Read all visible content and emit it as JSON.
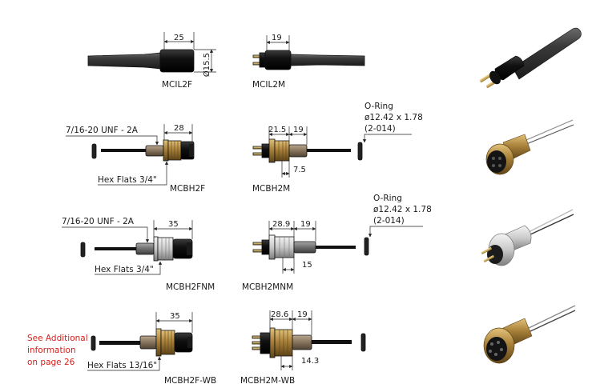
{
  "rows": [
    {
      "female": {
        "label": "MCIL2F",
        "dim": "25",
        "dia": "Ø15.5"
      },
      "male": {
        "label": "MCIL2M",
        "dim": "19"
      }
    },
    {
      "female": {
        "label": "MCBH2F",
        "dim": "28",
        "thread": "7/16-20 UNF - 2A",
        "hex": "Hex Flats 3/4\""
      },
      "male": {
        "label": "MCBH2M",
        "dim1": "21.5",
        "dim2": "19",
        "dim3": "7.5"
      },
      "oring": [
        "O-Ring",
        "ø12.42 x 1.78",
        "(2-014)"
      ]
    },
    {
      "female": {
        "label": "MCBH2FNM",
        "dim": "35",
        "thread": "7/16-20 UNF - 2A",
        "hex": "Hex Flats 3/4\""
      },
      "male": {
        "label": "MCBH2MNM",
        "dim1": "28.9",
        "dim2": "19",
        "dim3": "15"
      },
      "oring": [
        "O-Ring",
        "ø12.42 x 1.78",
        "(2-014)"
      ]
    },
    {
      "female": {
        "label": "MCBH2F-WB",
        "dim": "35",
        "hex": "Hex Flats 13/16\""
      },
      "male": {
        "label": "MCBH2M-WB",
        "dim1": "28.6",
        "dim2": "19",
        "dim3": "14.3"
      }
    }
  ],
  "note": [
    "See Additional",
    "information",
    "on page 26"
  ],
  "colors": {
    "cable": "#2f2f2f",
    "brass": "#b08a3e",
    "brass_dark": "#6d5423",
    "steel": "#cfcfcf",
    "sleeve": "#8c7b66",
    "note_red": "#d8201c"
  }
}
